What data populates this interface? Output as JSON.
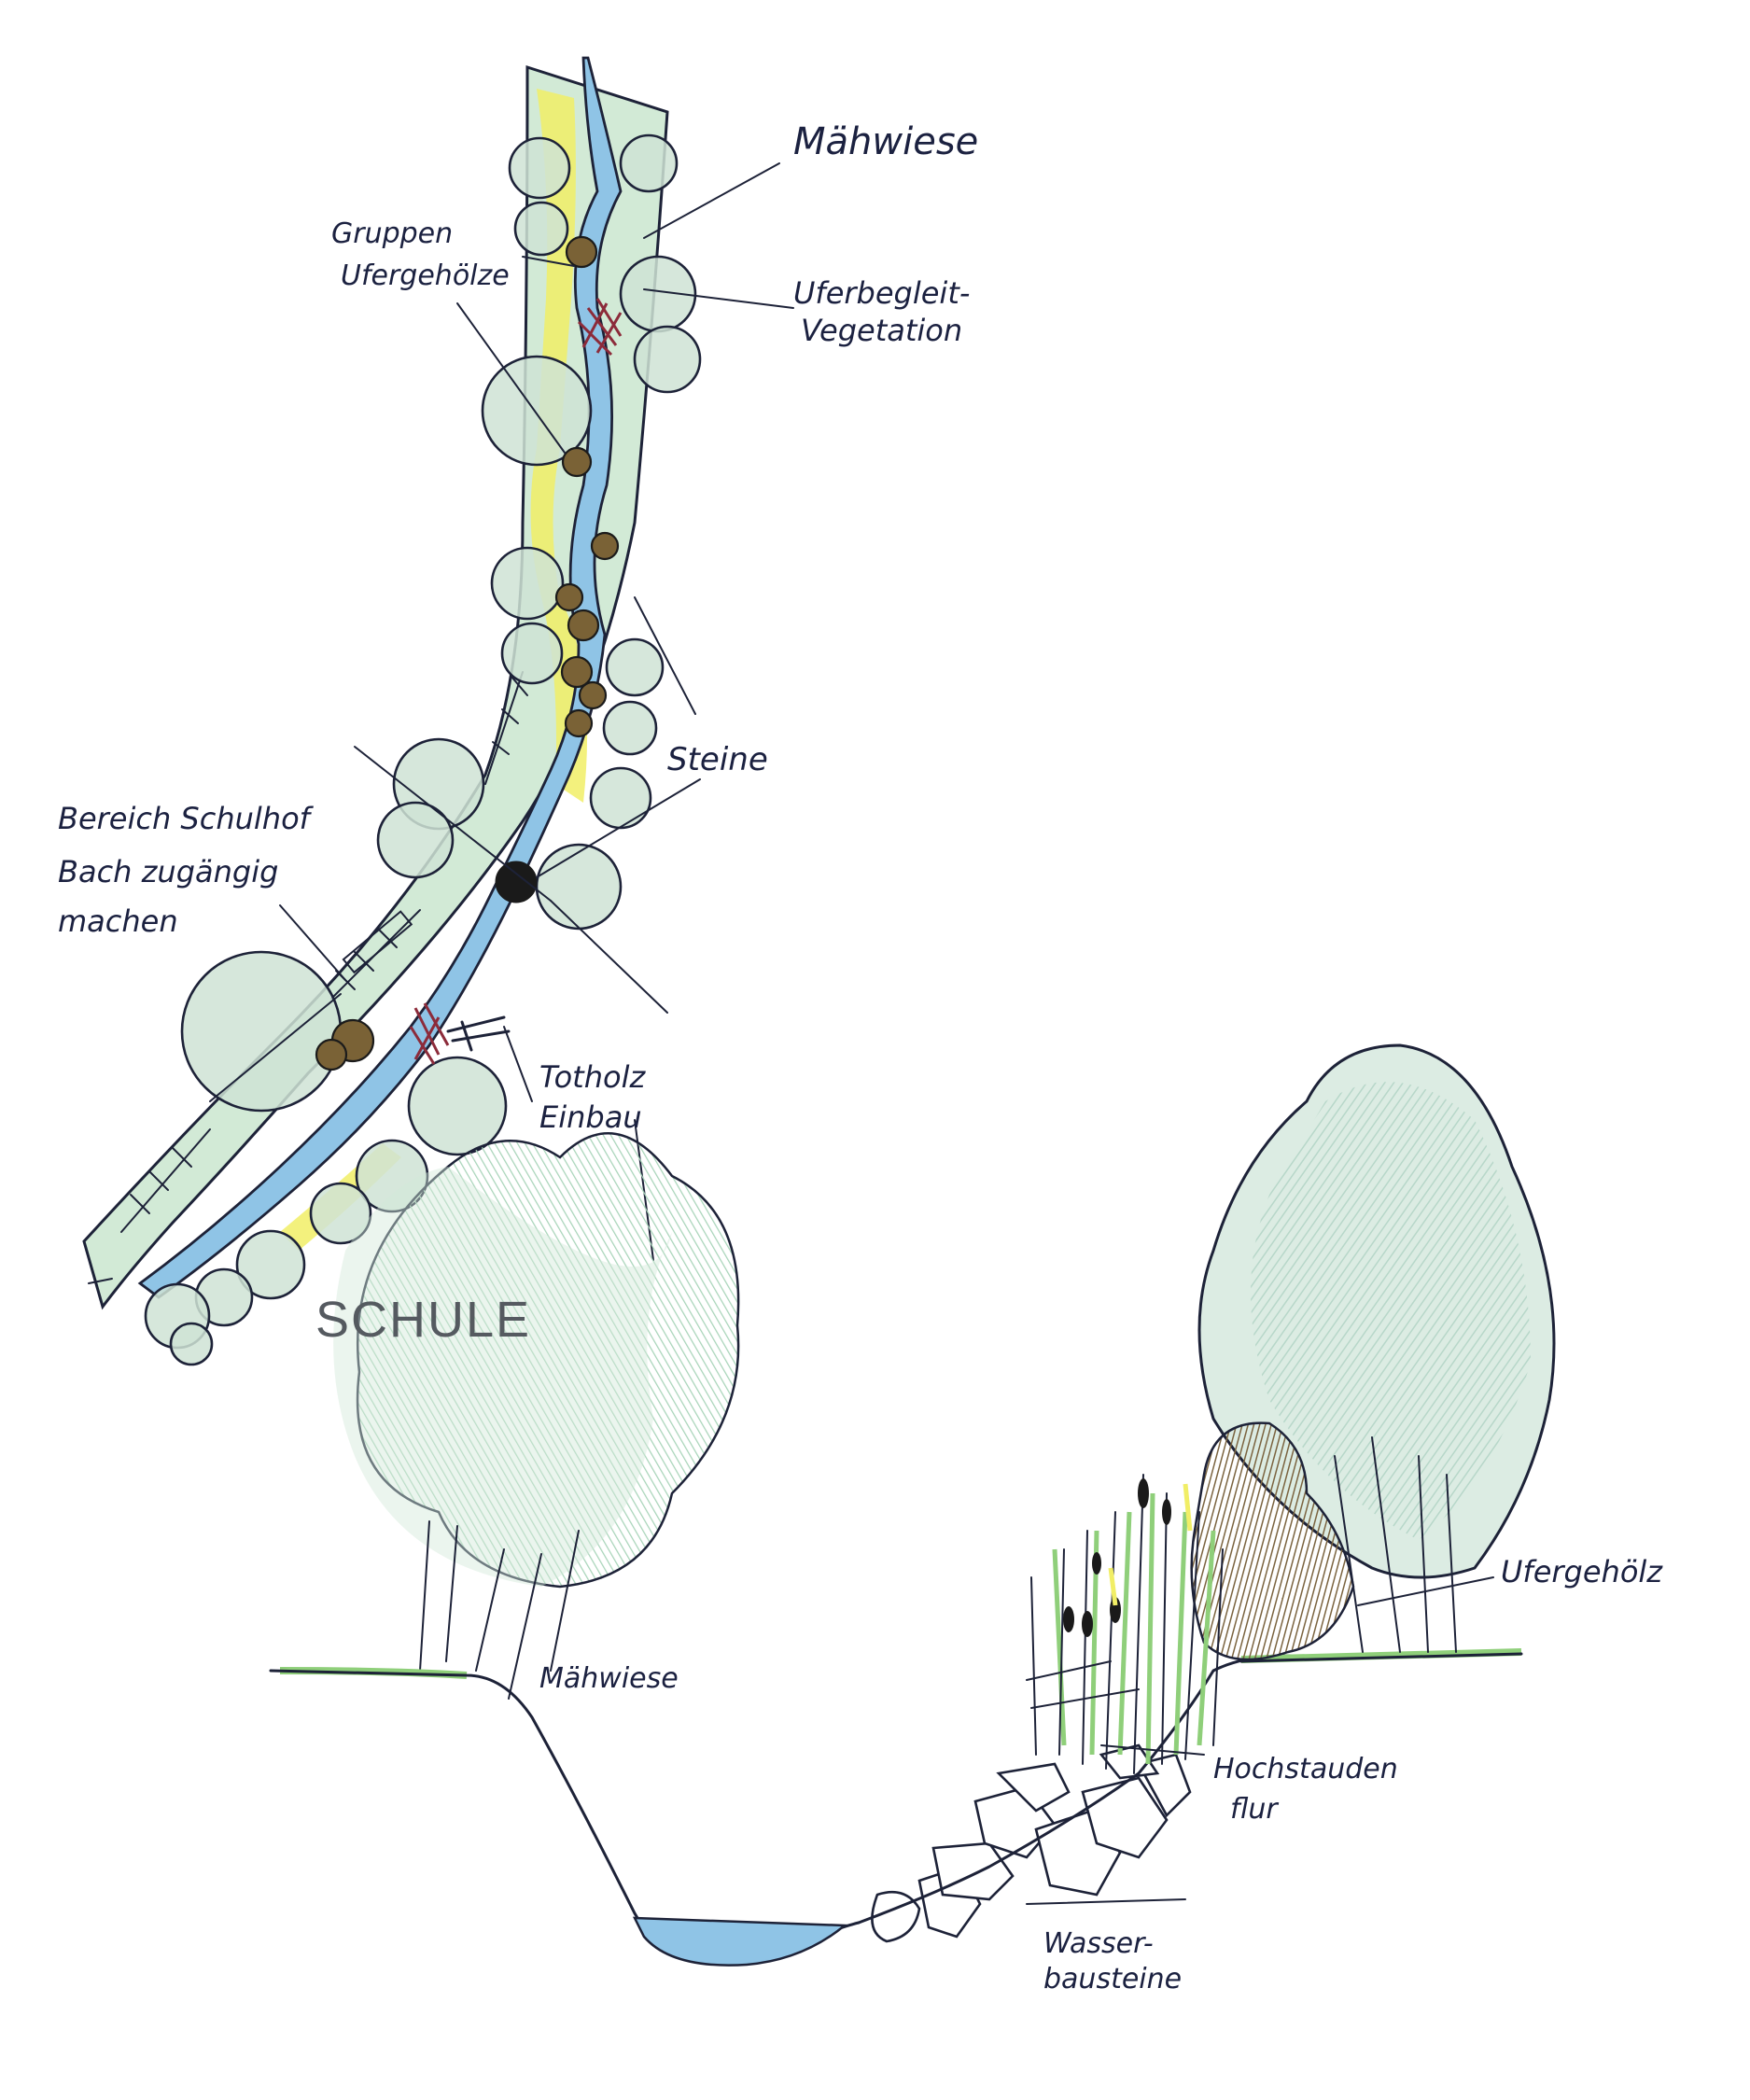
{
  "labels": {
    "maehwiese_top": "Mähwiese",
    "gruppen_line1": "Gruppen",
    "gruppen_line2": "Ufergehölze",
    "uferbegleit_line1": "Uferbegleit-",
    "uferbegleit_line2": "Vegetation",
    "steine": "Steine",
    "bereich_line1": "Bereich Schulhof",
    "bereich_line2": "Bach zugängig",
    "bereich_line3": "machen",
    "totholz_line1": "Totholz",
    "totholz_line2": "Einbau",
    "schule": "SCHULE",
    "maehwiese_section": "Mähwiese",
    "ufergehoelze_section": "Ufergehölz",
    "hochstauden_line1": "Hochstauden",
    "hochstauden_line2": "flur",
    "wasserbausteine_line1": "Wasser-",
    "wasserbausteine_line2": "bausteine"
  },
  "colors": {
    "water": "#8fc4e6",
    "meadow": "#cfe8d2",
    "grass_green": "#8fcf7a",
    "reed_yellow": "#f2ee5c",
    "deadwood": "#8c2b3a",
    "stone_brown": "#7a6236",
    "ink": "#1d2238"
  }
}
